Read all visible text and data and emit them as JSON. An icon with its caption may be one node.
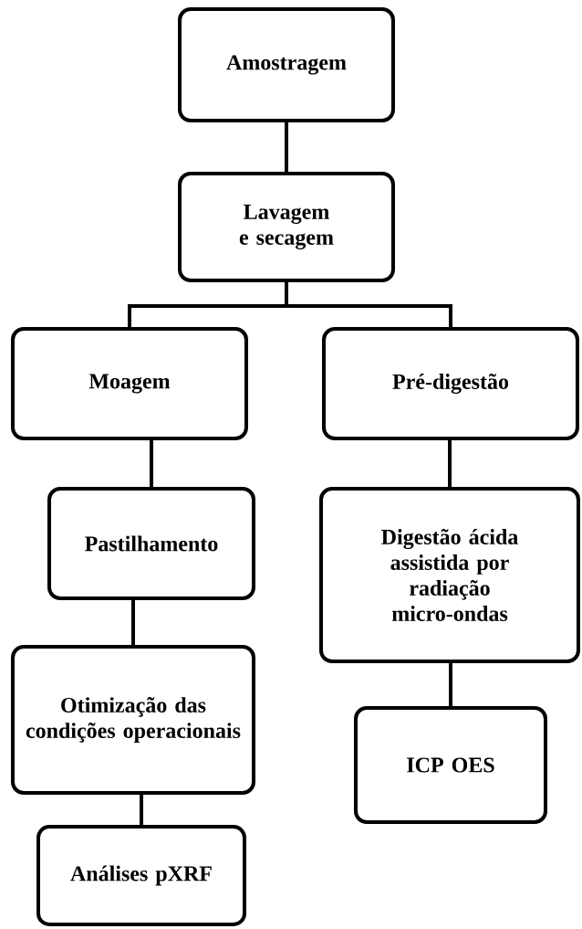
{
  "diagram": {
    "nodes": [
      {
        "text": [
          "Amostragem"
        ]
      },
      {
        "text": [
          "Lavagem e secagem"
        ]
      },
      {
        "text": [
          "Moagem"
        ]
      },
      {
        "text": [
          "Pré-digestão"
        ]
      },
      {
        "text": [
          "Pastilhamento"
        ]
      },
      {
        "text": [
          "Otimização das condições operacionais"
        ]
      },
      {
        "text": [
          "Análises pXRF"
        ]
      },
      {
        "text": [
          "Digestão ácida assistida por radiação micro-ondas"
        ]
      },
      {
        "text": [
          "ICP OES"
        ]
      }
    ],
    "edges": [
      {
        "from": 0,
        "to": 1,
        "arrow": "none"
      },
      {
        "from": 1,
        "to": 2,
        "arrow": "none"
      },
      {
        "from": 1,
        "to": 3,
        "arrow": "none"
      },
      {
        "from": 2,
        "to": 4,
        "arrow": "none"
      },
      {
        "from": 4,
        "to": 5,
        "arrow": "none"
      },
      {
        "from": 5,
        "to": 6,
        "arrow": "none"
      },
      {
        "from": 3,
        "to": 7,
        "arrow": "none"
      },
      {
        "from": 7,
        "to": 8,
        "arrow": "none"
      }
    ]
  }
}
